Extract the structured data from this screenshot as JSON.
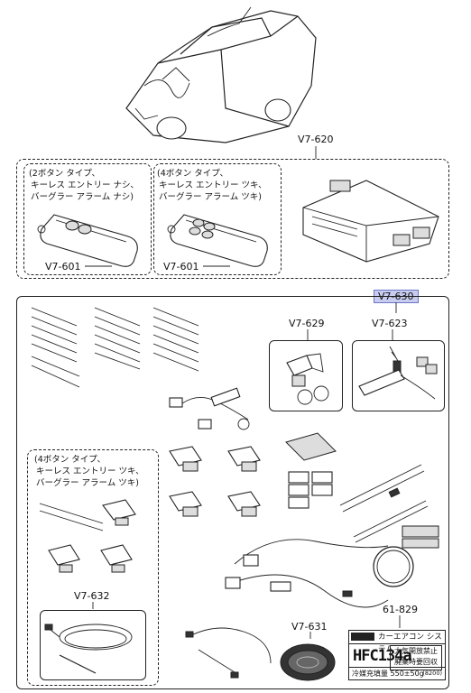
{
  "parts": {
    "p620": "V7-620",
    "p601a": "V7-601",
    "p601b": "V7-601",
    "p630": "V7-630",
    "p629": "V7-629",
    "p623": "V7-623",
    "p632": "V7-632",
    "p631": "V7-631",
    "p829": "61-829"
  },
  "notes": {
    "two_button": [
      "(2ボタン タイプ、",
      "キーレス エントリー ナシ、",
      "バーグラー アラーム ナシ)"
    ],
    "four_button": [
      "(4ボタン タイプ、",
      "キーレス エントリー ツキ、",
      "バーグラー アラーム ツキ)"
    ],
    "four_button_lower": [
      "(4ボタン タイプ、",
      "キーレス エントリー ツキ、",
      "バーグラー アラーム ツキ)"
    ]
  },
  "label": {
    "header": "カーエアコン システム",
    "refrigerant": "HFC134a",
    "warn1": "大気開放禁止",
    "warn2": "廃棄時要回収",
    "amount": "冷媒充填量  550±50g",
    "code": "(8200)"
  }
}
